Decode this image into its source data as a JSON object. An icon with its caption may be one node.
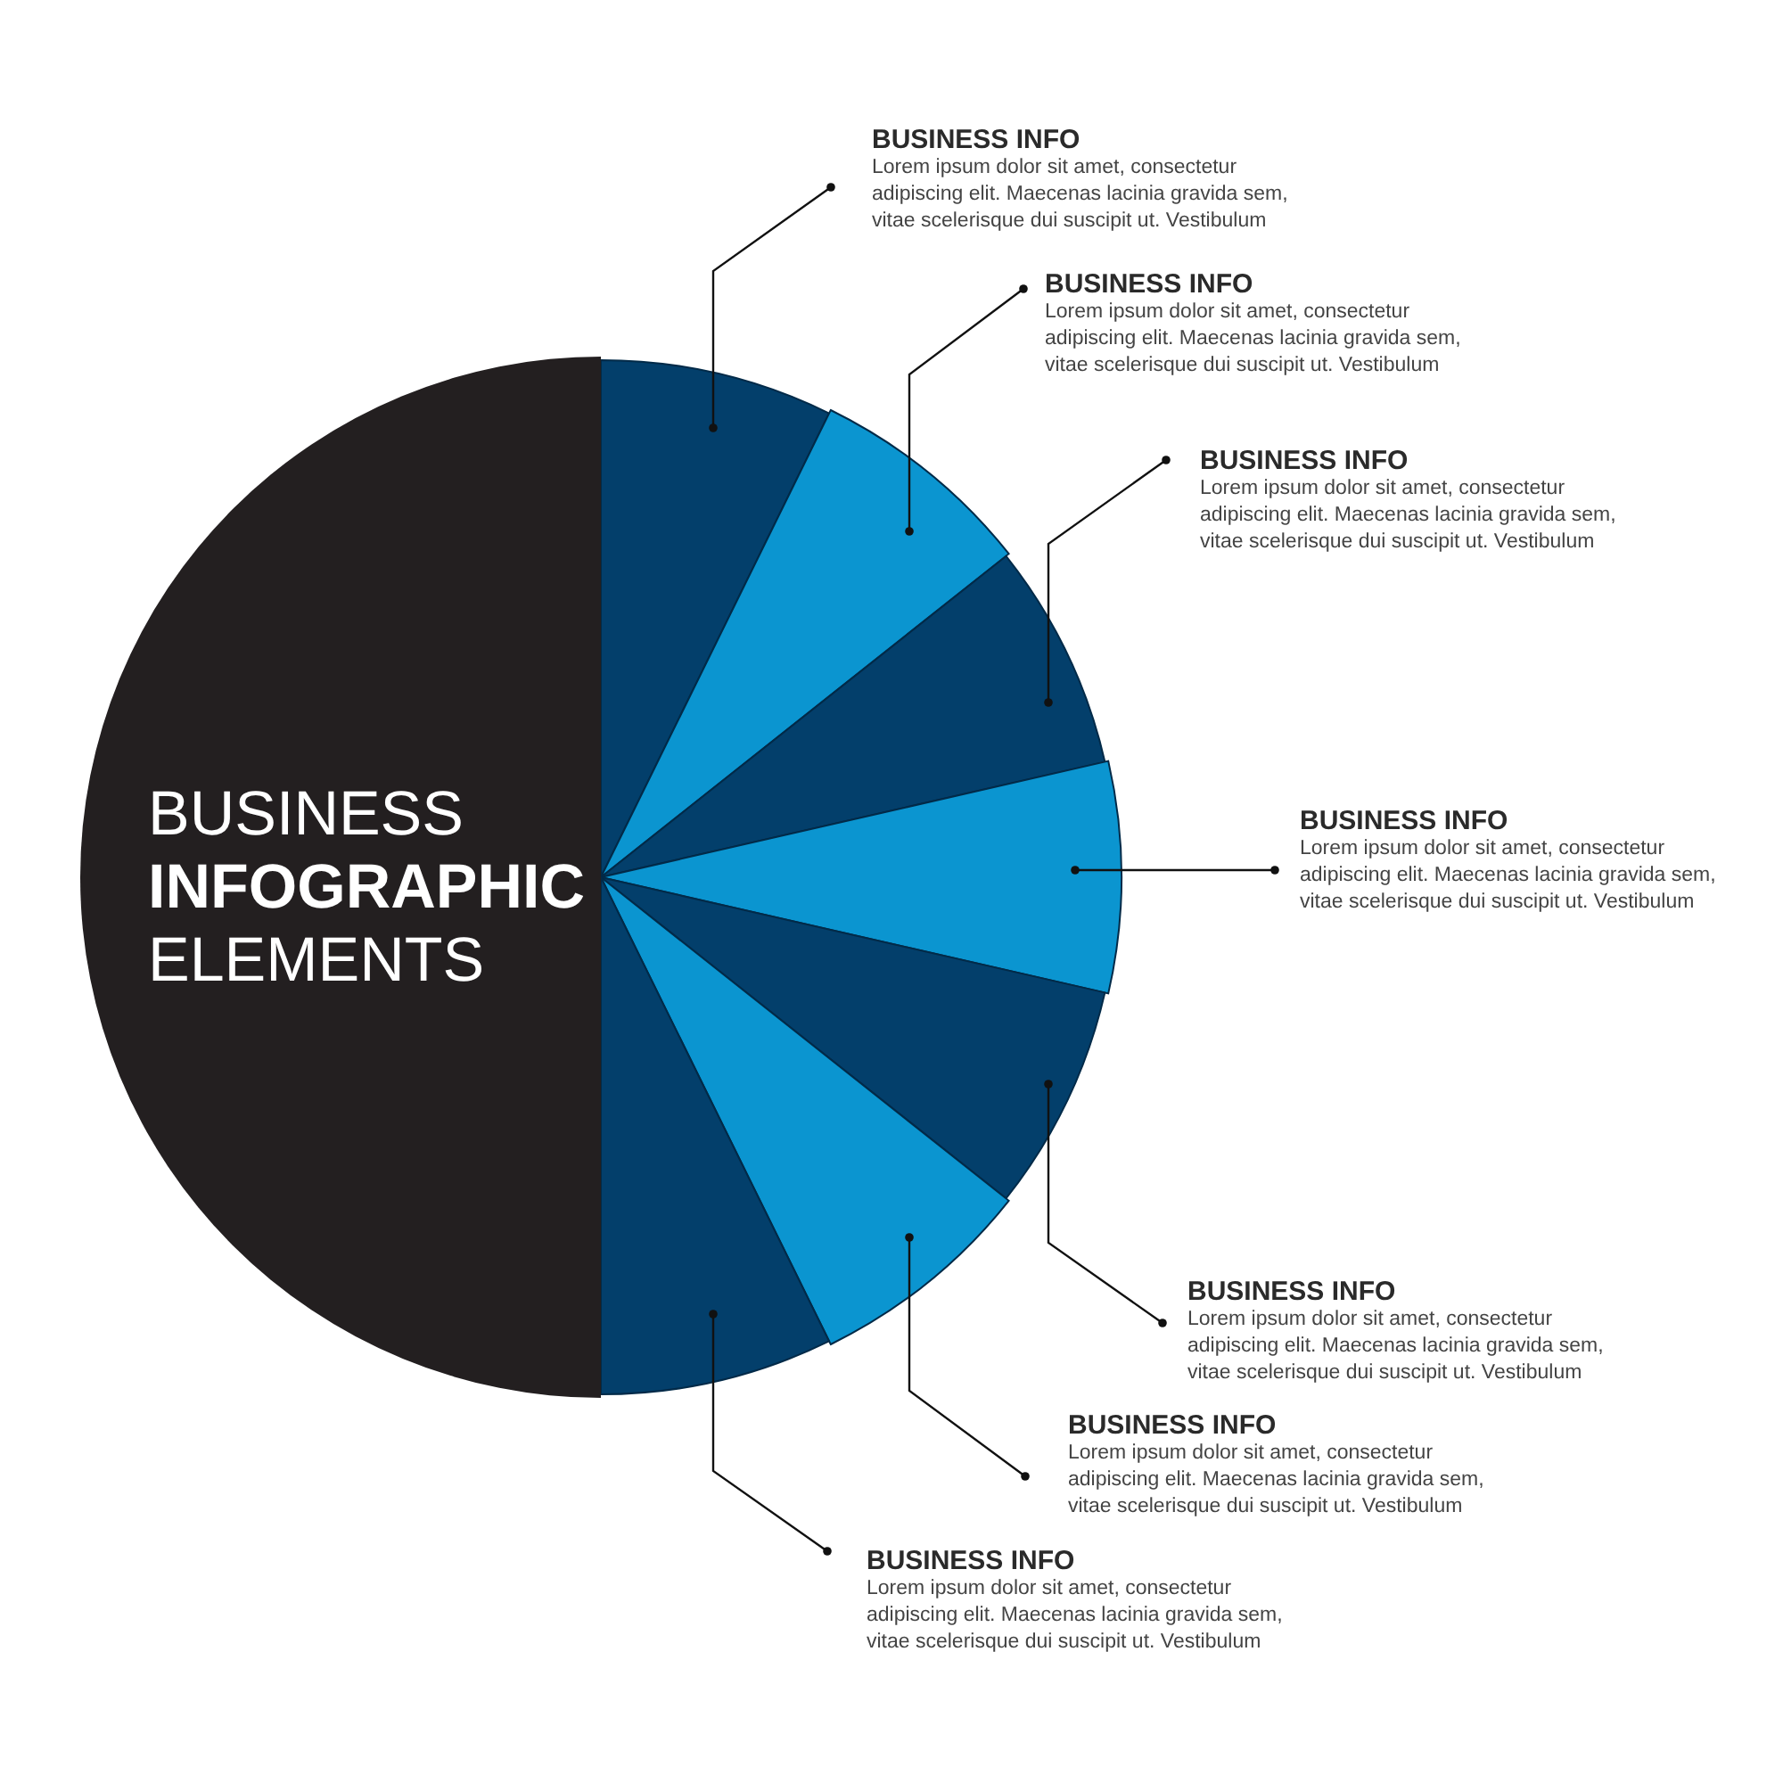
{
  "diagram": {
    "nodes": [
      {
        "text": [
          "BUSINESS **INFOGRAPHIC** ELEMENTS"
        ]
      },
      {
        "text": [],
        "shape": "wedge"
      },
      {
        "text": [],
        "shape": "wedge"
      },
      {
        "text": [],
        "shape": "wedge"
      },
      {
        "text": [],
        "shape": "wedge"
      },
      {
        "text": [],
        "shape": "wedge"
      },
      {
        "text": [],
        "shape": "wedge"
      },
      {
        "text": [],
        "shape": "wedge"
      },
      {
        "text": [
          "BUSINESS INFO",
          "Lorem ipsum dolor sit amet, consectetur adipiscing elit. Maecenas lacinia gravida sem, vitae scelerisque dui suscipit ut. Vestibulum"
        ]
      },
      {
        "text": [
          "BUSINESS INFO",
          "Lorem ipsum dolor sit amet, consectetur adipiscing elit. Maecenas lacinia gravida sem, vitae scelerisque dui suscipit ut. Vestibulum"
        ]
      },
      {
        "text": [
          "BUSINESS INFO",
          "Lorem ipsum dolor sit amet, consectetur adipiscing elit. Maecenas lacinia gravida sem, vitae scelerisque dui suscipit ut. Vestibulum"
        ]
      },
      {
        "text": [
          "BUSINESS INFO",
          "Lorem ipsum dolor sit amet, consectetur adipiscing elit. Maecenas lacinia gravida sem, vitae scelerisque dui suscipit ut. Vestibulum"
        ]
      },
      {
        "text": [
          "BUSINESS INFO",
          "Lorem ipsum dolor sit amet, consectetur adipiscing elit. Maecenas lacinia gravida sem, vitae scelerisque dui suscipit ut. Vestibulum"
        ]
      },
      {
        "text": [
          "BUSINESS INFO",
          "Lorem ipsum dolor sit amet, consectetur adipiscing elit. Maecenas lacinia gravida sem, vitae scelerisque dui suscipit ut. Vestibulum"
        ]
      },
      {
        "text": [
          "BUSINESS INFO",
          "Lorem ipsum dolor sit amet, consectetur adipiscing elit. Maecenas lacinia gravida sem, vitae scelerisque dui suscipit ut. Vestibulum"
        ]
      }
    ],
    "edges": [
      {
        "from": 8,
        "to": 1,
        "arrow": "other"
      },
      {
        "from": 9,
        "to": 2,
        "arrow": "other"
      },
      {
        "from": 10,
        "to": 3,
        "arrow": "other"
      },
      {
        "from": 11,
        "to": 4,
        "arrow": "other"
      },
      {
        "from": 12,
        "to": 5,
        "arrow": "other"
      },
      {
        "from": 13,
        "to": 6,
        "arrow": "other"
      },
      {
        "from": 14,
        "to": 7,
        "arrow": "other"
      }
    ]
  }
}
